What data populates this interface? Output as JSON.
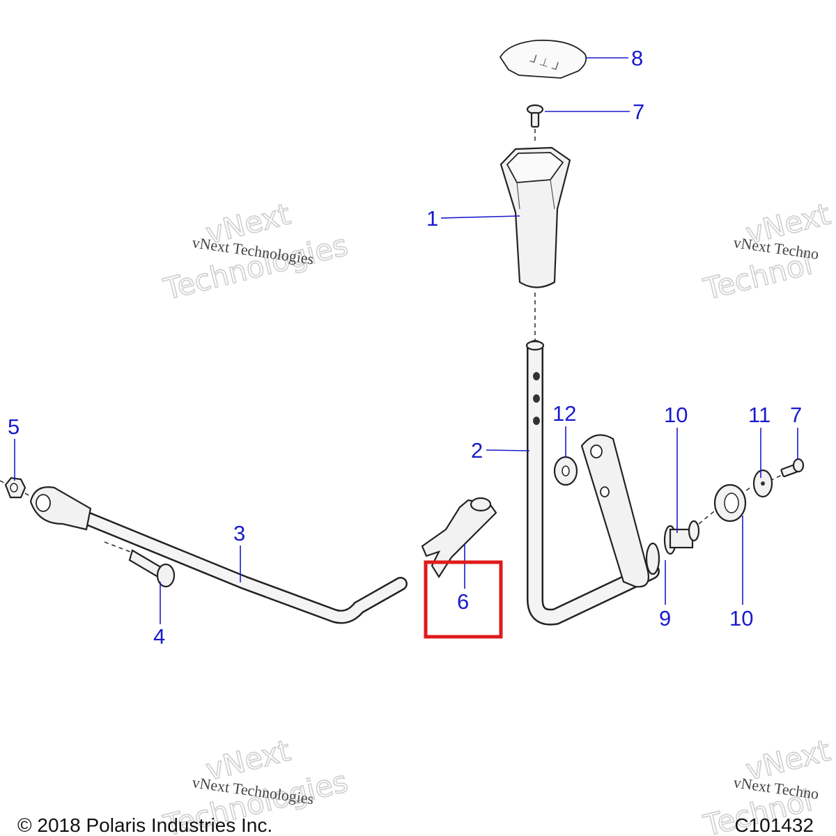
{
  "callouts": {
    "c1": "1",
    "c2": "2",
    "c3": "3",
    "c4": "4",
    "c5": "5",
    "c6": "6",
    "c7a": "7",
    "c7b": "7",
    "c8": "8",
    "c9": "9",
    "c10a": "10",
    "c10b": "10",
    "c11": "11",
    "c12": "12"
  },
  "watermarks": {
    "small": "vNext Technologies",
    "small_cut": "vNext Techno",
    "big_line1": "vNext",
    "big_line2": "Technologies",
    "big_cut1": "vNext",
    "big_cut2": "Technol"
  },
  "footer": {
    "copyright": "© 2018 Polaris Industries Inc.",
    "figure_code": "C101432"
  },
  "colors": {
    "callout": "#1a1acc",
    "highlight": "#e01a1a"
  }
}
